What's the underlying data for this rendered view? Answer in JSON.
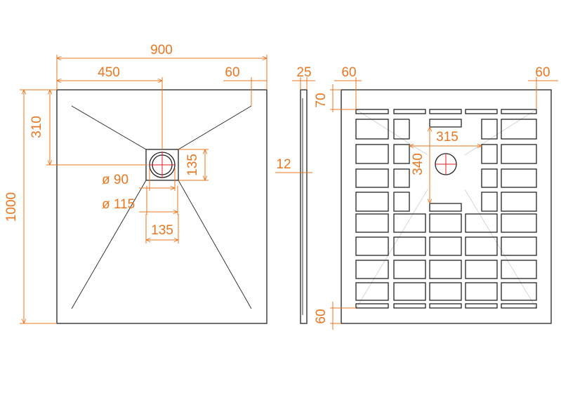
{
  "colors": {
    "outline": "#222222",
    "dimension": "#e87722",
    "center_mark": "#e02020",
    "background": "#ffffff"
  },
  "top_view": {
    "width_label": "900",
    "drain_offset_label": "450",
    "side_margin_label": "60",
    "drain_depth_label": "310",
    "height_label": "1000",
    "drain_box_label": "135",
    "drain_box_width_label": "135",
    "hole_small_label": "ø 90",
    "hole_large_label": "ø 115"
  },
  "side_view": {
    "thickness_label": "25",
    "edge_label": "12"
  },
  "bottom_view": {
    "left_margin_label": "60",
    "right_margin_label": "60",
    "top_margin_label": "70",
    "bottom_margin_label": "60",
    "recess_width_label": "315",
    "recess_height_label": "340"
  }
}
